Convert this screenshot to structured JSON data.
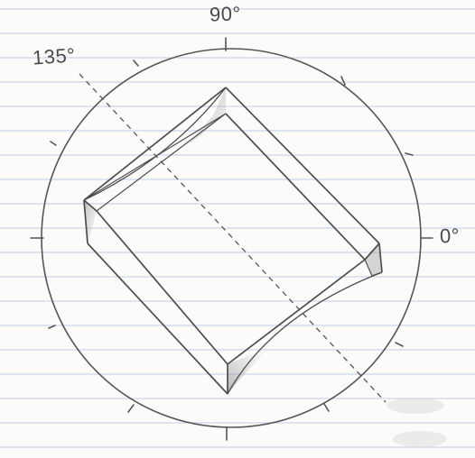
{
  "labels": {
    "angle_90": "90°",
    "angle_135": "135°",
    "angle_0": "0°"
  },
  "colors": {
    "paper": "#fbfbf9",
    "ruled_line": "#9fb8e6",
    "margin_line": "#e3b8b8",
    "pencil": "#5a5a5a",
    "shading": "#9b9b9b"
  }
}
